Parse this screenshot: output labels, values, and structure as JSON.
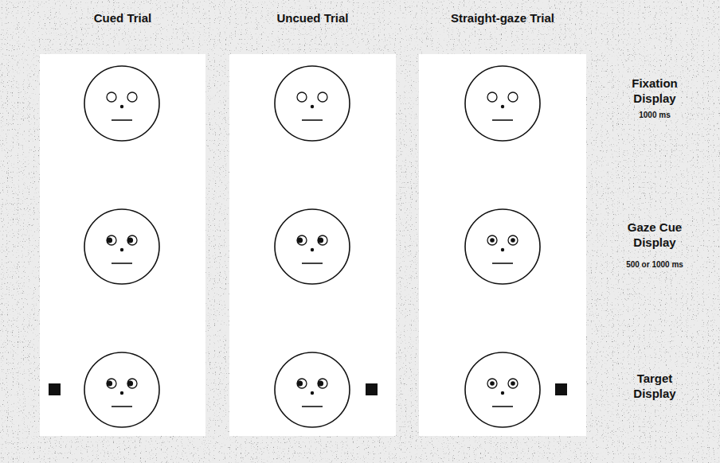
{
  "diagram": {
    "nodes": [
      {
        "text": [
          "Cued Trial"
        ]
      },
      {
        "text": [
          "Uncued Trial"
        ]
      },
      {
        "text": [
          "Straight-gaze Trial"
        ]
      }
    ],
    "labels": [
      "Fixation Display",
      "1000 ms",
      "Gaze Cue Display",
      "500 or 1000 ms",
      "Target Display"
    ]
  }
}
